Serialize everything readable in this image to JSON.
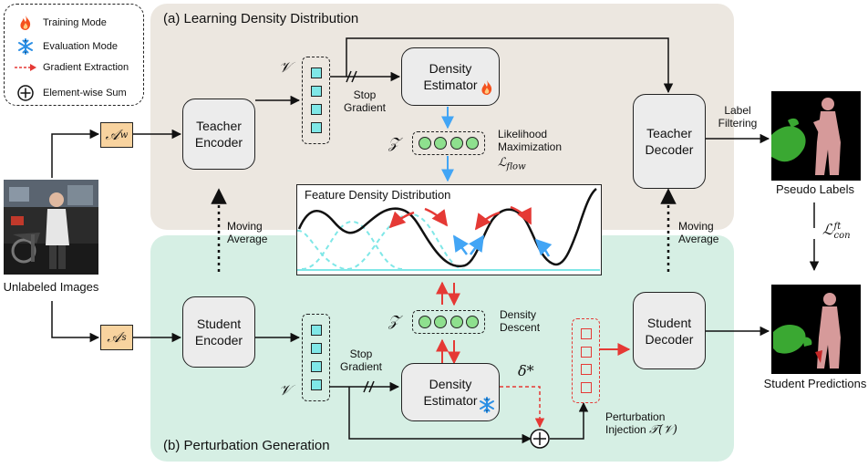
{
  "legend": {
    "training_mode": "Training Mode",
    "evaluation_mode": "Evaluation Mode",
    "gradient_extraction": "Gradient Extraction",
    "element_wise_sum": "Element-wise Sum"
  },
  "panel_a": {
    "title": "(a) Learning Density Distribution"
  },
  "panel_b": {
    "title": "(b) Perturbation Generation"
  },
  "input": {
    "caption": "Unlabeled Images"
  },
  "aug_weak": {
    "base": "𝒜",
    "sup": "w"
  },
  "aug_strong": {
    "base": "𝒜",
    "sup": "s"
  },
  "teacher_encoder": {
    "line1": "Teacher",
    "line2": "Encoder"
  },
  "student_encoder": {
    "line1": "Student",
    "line2": "Encoder"
  },
  "teacher_decoder": {
    "line1": "Teacher",
    "line2": "Decoder"
  },
  "student_decoder": {
    "line1": "Student",
    "line2": "Decoder"
  },
  "density_estimator_top": {
    "line1": "Density",
    "line2": "Estimator"
  },
  "density_estimator_bottom": {
    "line1": "Density",
    "line2": "Estimator"
  },
  "symbols": {
    "v": "𝒱",
    "z": "𝒵",
    "loss_flow_base": "ℒ",
    "loss_flow_sub": "flow",
    "loss_con_base": "ℒ",
    "loss_con_sup": "ft",
    "loss_con_sub": "con",
    "delta": "δ*",
    "perturb_t": "𝒯(𝒱)"
  },
  "labels": {
    "stop_gradient_1": "Stop",
    "stop_gradient_2": "Gradient",
    "likelihood_1": "Likelihood",
    "likelihood_2": "Maximization",
    "density_descent_1": "Density",
    "density_descent_2": "Descent",
    "moving_average_1": "Moving",
    "moving_average_2": "Average",
    "label_filtering_1": "Label",
    "label_filtering_2": "Filtering",
    "perturbation_1": "Perturbation",
    "perturbation_2": "Injection",
    "pseudo_labels": "Pseudo Labels",
    "student_predictions": "Student Predictions"
  },
  "plot": {
    "title": "Feature Density Distribution"
  },
  "colors": {
    "panel_a_bg": "#ece7e0",
    "panel_b_bg": "#d6efe4",
    "aug_fill": "#f8d39f",
    "gradient_red": "#e53935",
    "flow_blue": "#42a5f5",
    "feature_cyan": "#7fe7e7",
    "z_green": "#8ee08e"
  }
}
